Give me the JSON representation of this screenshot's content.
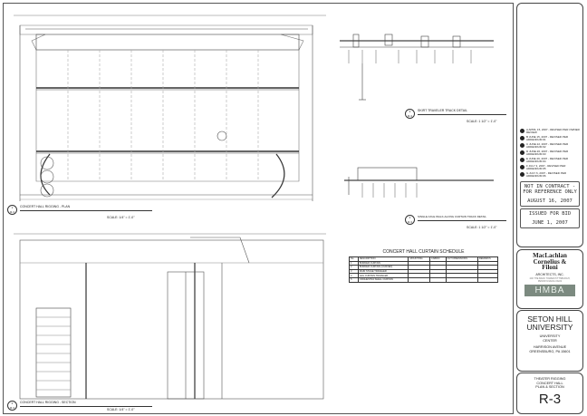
{
  "views": {
    "plan": {
      "number": "1",
      "sheet": "R-3",
      "title": "CONCERT HALL RIGGING - PLAN",
      "scale": "SCALE: 1/4\" = 1'-0\""
    },
    "section": {
      "number": "2",
      "sheet": "R-3",
      "title": "CONCERT HALL RIGGING - SECTION",
      "scale": "SCALE: 1/4\" = 1'-0\""
    },
    "detail_a": {
      "number": "3",
      "sheet": "R-3",
      "title": "SKIRT TRAVELER TRACK DETAIL",
      "scale": "SCALE: 1 1/2\" = 1'-0\""
    },
    "detail_b": {
      "number": "4",
      "sheet": "R-3",
      "title": "SINGLE AXLE WALK-ALONG CURTAIN TRACK DETAIL",
      "scale": "SCALE: 1 1/2\" = 1'-0\""
    }
  },
  "schedule": {
    "title": "CONCERT HALL CURTAIN SCHEDULE",
    "headers": [
      "No.",
      "DESCRIPTION",
      "MOUNTING",
      "FABRIC",
      "CUT DIMENSIONS",
      "REMARKS"
    ],
    "rows": [
      [
        "1",
        "BORDER CURTAIN",
        "",
        "",
        "",
        ""
      ],
      [
        "2",
        "BORDER CURTAIN (CURVED)",
        "",
        "",
        "",
        ""
      ],
      [
        "3",
        "MAIN STAGE TRAVELER",
        "",
        "",
        "",
        ""
      ],
      [
        "4",
        "LEG CURTAIN TRAVELER",
        "",
        "",
        "",
        ""
      ],
      [
        "5",
        "ORCHESTRA SHELL CURTAIN",
        "",
        "",
        "",
        ""
      ]
    ]
  },
  "title_block": {
    "revisions": [
      "A  APRIL 15, 2007 - REVISED PER OWNER REVIEW",
      "B  JUNE 15, 2007 - REVISED PER ADDENDUM #1",
      "C  JUNE 22, 2007 - REVISED PER ADDENDUM #2",
      "D  JUNE 26, 2007 - REVISED PER ADDENDUM #3",
      "E  JUNE 29, 2007 - REVISED PER ADDENDUM #4",
      "F  JULY 3, 2007 - REVISED PER ADDENDUM #5",
      "G  JULY 6, 2007 - REVISED PER ADDENDUM #6"
    ],
    "stamp1": [
      "NOT IN CONTRACT -",
      "FOR REFERENCE ONLY",
      "AUGUST 16, 2007"
    ],
    "stamp2": [
      "ISSUED FOR BID",
      "JUNE 1, 2007"
    ],
    "architect": {
      "name_line1": "MacLachlan",
      "name_line2": "Cornelius &",
      "name_line3": "Filoni",
      "suffix": "ARCHITECTS, INC.",
      "address": "200 THE BANK TOWER PITTSBURGH, PENNSYLVANIA 15222"
    },
    "consultant_logo": "HMBA",
    "client": {
      "line1": "SETON HILL",
      "line2": "UNIVERSITY",
      "project1": "UNIVERSITY",
      "project2": "CENTER",
      "address1": "HARRISON AVENUE",
      "address2": "GREENSBURG, PA 15601"
    },
    "sheet_title": [
      "THEATER RIGGING",
      "CONCERT HALL",
      "PLAN & SECTION"
    ],
    "sheet_number": "R-3"
  }
}
